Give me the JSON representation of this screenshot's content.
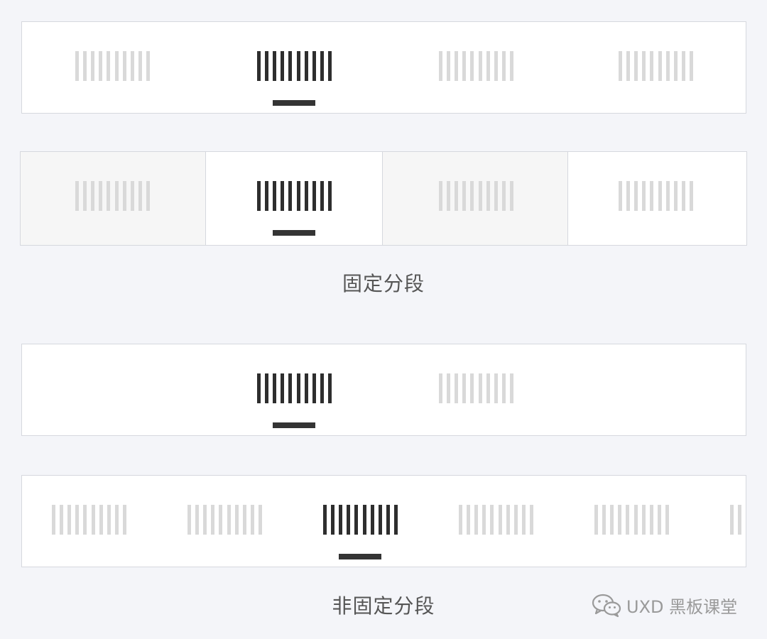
{
  "captions": {
    "fixed": "固定分段",
    "non_fixed": "非固定分段"
  },
  "watermark": {
    "icon": "wechat-icon",
    "text": "UXD 黑板课堂"
  },
  "colors": {
    "page_bg": "#f4f5f9",
    "panel_bg": "#ffffff",
    "border": "#d6d8de",
    "active": "#2e2e2e",
    "inactive": "#d9d9d9",
    "shaded_segment": "#f6f6f6"
  },
  "examples": [
    {
      "style": "fixed-underline",
      "tab_count": 4,
      "selected": 2
    },
    {
      "style": "fixed-boxed-alternating",
      "tab_count": 4,
      "selected": 2
    },
    {
      "style": "non-fixed-underline",
      "tab_count": 2,
      "selected": 1
    },
    {
      "style": "scrollable-underline",
      "tab_count": 6,
      "selected": 3
    }
  ]
}
